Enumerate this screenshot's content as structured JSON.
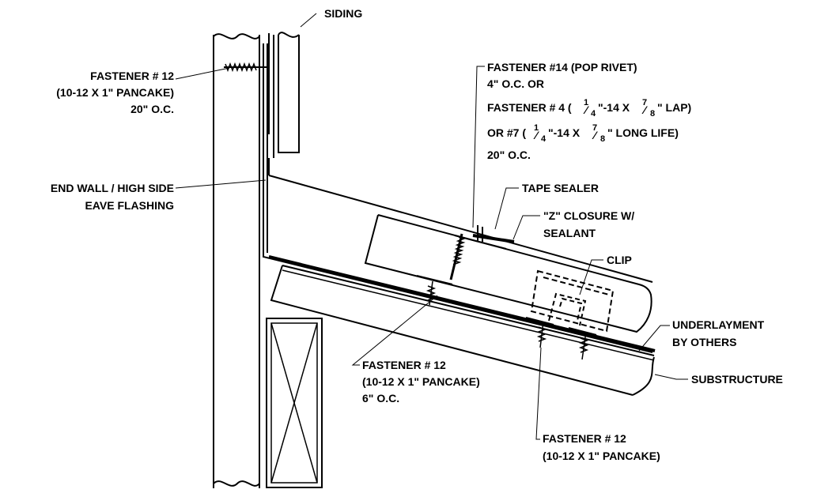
{
  "labels": {
    "siding": "SIDING",
    "fastener_top_1": "FASTENER # 12",
    "fastener_top_2": "(10-12 X 1\" PANCAKE)",
    "fastener_top_3": "20\" O.C.",
    "flashing_1": "END WALL / HIGH SIDE",
    "flashing_2": "EAVE FLASHING",
    "rivet_1": "FASTENER #14 (POP RIVET)",
    "rivet_2": "4\" O.C. OR",
    "rivet_3a": "FASTENER # 4 (",
    "rivet_3b": "\"-14 X ",
    "rivet_3c": "\" LAP)",
    "rivet_4a": "OR #7 (",
    "rivet_4b": "\"-14 X ",
    "rivet_4c": "\" LONG LIFE)",
    "rivet_5": "20\" O.C.",
    "frac_num_1": "1",
    "frac_den_4": "4",
    "frac_num_7": "7",
    "frac_den_8": "8",
    "tape_sealer": "TAPE SEALER",
    "z_closure_1": "\"Z\" CLOSURE W/",
    "z_closure_2": "SEALANT",
    "clip": "CLIP",
    "underlayment_1": "UNDERLAYMENT",
    "underlayment_2": "BY OTHERS",
    "substructure": "SUBSTRUCTURE",
    "fastener_mid_1": "FASTENER # 12",
    "fastener_mid_2": "(10-12 X 1\" PANCAKE)",
    "fastener_mid_3": "6\" O.C.",
    "fastener_bot_1": "FASTENER # 12",
    "fastener_bot_2": "(10-12 X 1\" PANCAKE)"
  }
}
